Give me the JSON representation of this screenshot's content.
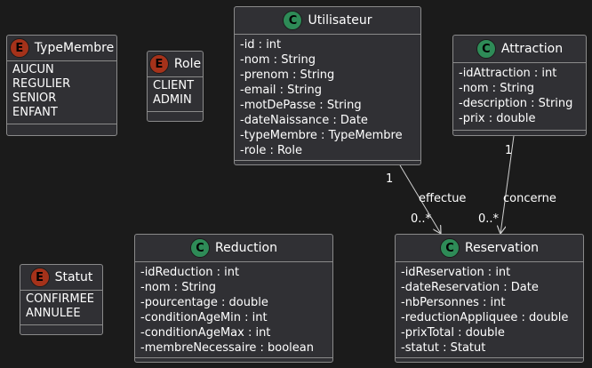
{
  "colors": {
    "class_badge": "#2e8b57",
    "enum_badge": "#a5321a",
    "background": "#1b1b1b",
    "box": "#303034"
  },
  "badges": {
    "class": "C",
    "enum": "E"
  },
  "classes": {
    "utilisateur": {
      "name": "Utilisateur",
      "fields": [
        "-id : int",
        "-nom : String",
        "-prenom : String",
        "-email : String",
        "-motDePasse : String",
        "-dateNaissance : Date",
        "-typeMembre : TypeMembre",
        "-role : Role"
      ]
    },
    "attraction": {
      "name": "Attraction",
      "fields": [
        "-idAttraction : int",
        "-nom : String",
        "-description : String",
        "-prix : double"
      ]
    },
    "reduction": {
      "name": "Reduction",
      "fields": [
        "-idReduction : int",
        "-nom : String",
        "-pourcentage : double",
        "-conditionAgeMin : int",
        "-conditionAgeMax : int",
        "-membreNecessaire : boolean"
      ]
    },
    "reservation": {
      "name": "Reservation",
      "fields": [
        "-idReservation : int",
        "-dateReservation : Date",
        "-nbPersonnes : int",
        "-reductionAppliquee : double",
        "-prixTotal : double",
        "-statut : Statut"
      ]
    }
  },
  "enums": {
    "typemembre": {
      "name": "TypeMembre",
      "values": [
        "AUCUN",
        "REGULIER",
        "SENIOR",
        "ENFANT"
      ]
    },
    "role": {
      "name": "Role",
      "values": [
        "CLIENT",
        "ADMIN"
      ]
    },
    "statut": {
      "name": "Statut",
      "values": [
        "CONFIRMEE",
        "ANNULEE"
      ]
    }
  },
  "relations": {
    "effectue": {
      "label": "effectue",
      "from_mult": "1",
      "to_mult": "0..*"
    },
    "concerne": {
      "label": "concerne",
      "from_mult": "1",
      "to_mult": "0..*"
    }
  }
}
